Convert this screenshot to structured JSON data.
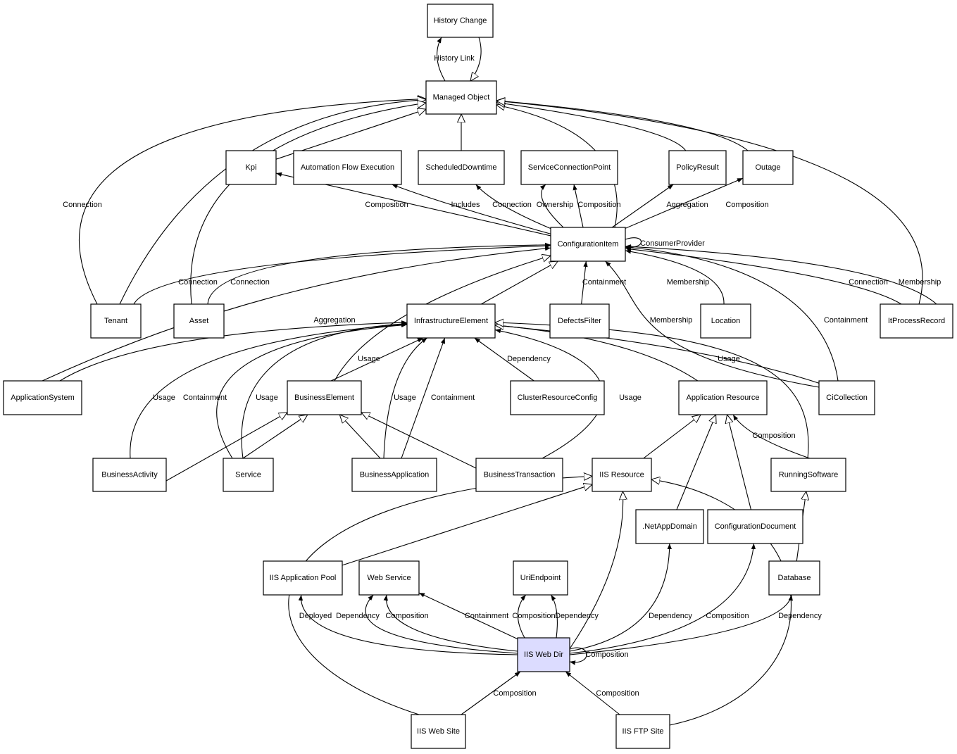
{
  "nodes": [
    {
      "id": "HC",
      "label": "History Change"
    },
    {
      "id": "MO",
      "label": "Managed Object"
    },
    {
      "id": "Kpi",
      "label": "Kpi"
    },
    {
      "id": "AFE",
      "label": "Automation Flow Execution"
    },
    {
      "id": "SD",
      "label": "ScheduledDowntime"
    },
    {
      "id": "SCP",
      "label": "ServiceConnectionPoint"
    },
    {
      "id": "PR",
      "label": "PolicyResult"
    },
    {
      "id": "Out",
      "label": "Outage"
    },
    {
      "id": "CI",
      "label": "ConfigurationItem"
    },
    {
      "id": "Ten",
      "label": "Tenant"
    },
    {
      "id": "Ast",
      "label": "Asset"
    },
    {
      "id": "IE",
      "label": "InfrastructureElement"
    },
    {
      "id": "DF",
      "label": "DefectsFilter"
    },
    {
      "id": "Loc",
      "label": "Location"
    },
    {
      "id": "IPR",
      "label": "ItProcessRecord"
    },
    {
      "id": "AS",
      "label": "ApplicationSystem"
    },
    {
      "id": "BE",
      "label": "BusinessElement"
    },
    {
      "id": "CRC",
      "label": "ClusterResourceConfig"
    },
    {
      "id": "AR",
      "label": "Application Resource"
    },
    {
      "id": "CC",
      "label": "CiCollection"
    },
    {
      "id": "BAct",
      "label": "BusinessActivity"
    },
    {
      "id": "Svc",
      "label": "Service"
    },
    {
      "id": "BApp",
      "label": "BusinessApplication"
    },
    {
      "id": "BT",
      "label": "BusinessTransaction"
    },
    {
      "id": "IISR",
      "label": "IIS Resource"
    },
    {
      "id": "RS",
      "label": "RunningSoftware"
    },
    {
      "id": "NAD",
      "label": ".NetAppDomain"
    },
    {
      "id": "CD",
      "label": "ConfigurationDocument"
    },
    {
      "id": "IAP",
      "label": "IIS Application Pool"
    },
    {
      "id": "WS",
      "label": "Web Service"
    },
    {
      "id": "UE",
      "label": "UriEndpoint"
    },
    {
      "id": "DB",
      "label": "Database"
    },
    {
      "id": "WD",
      "label": "IIS Web Dir",
      "highlighted": true
    },
    {
      "id": "WSite",
      "label": "IIS Web Site"
    },
    {
      "id": "FTP",
      "label": "IIS FTP Site"
    }
  ],
  "highlight_color": "#dcdcff",
  "edges": [
    {
      "from": "MO",
      "to": "HC",
      "label": "History Link",
      "kind": "association"
    },
    {
      "from": "HC",
      "to": "MO",
      "label": "",
      "kind": "inheritance"
    },
    {
      "from": "SD",
      "to": "MO",
      "label": "",
      "kind": "inheritance"
    },
    {
      "from": "Kpi",
      "to": "MO",
      "label": "",
      "kind": "inheritance"
    },
    {
      "from": "Ten",
      "to": "MO",
      "label": "Connection",
      "kind": "inheritance"
    },
    {
      "from": "Ten",
      "to": "MO",
      "label": "",
      "kind": "inheritance"
    },
    {
      "from": "Ast",
      "to": "MO",
      "label": "",
      "kind": "inheritance"
    },
    {
      "from": "CI",
      "to": "MO",
      "label": "",
      "kind": "inheritance"
    },
    {
      "from": "PR",
      "to": "MO",
      "label": "",
      "kind": "inheritance"
    },
    {
      "from": "Out",
      "to": "MO",
      "label": "",
      "kind": "inheritance"
    },
    {
      "from": "IPR",
      "to": "MO",
      "label": "",
      "kind": "inheritance"
    },
    {
      "from": "CI",
      "to": "Kpi",
      "label": "Composition",
      "kind": "association"
    },
    {
      "from": "CI",
      "to": "AFE",
      "label": "Includes",
      "kind": "association"
    },
    {
      "from": "CI",
      "to": "SD",
      "label": "Connection",
      "kind": "association"
    },
    {
      "from": "CI",
      "to": "SCP",
      "label": "Ownership",
      "kind": "association"
    },
    {
      "from": "CI",
      "to": "SCP",
      "label": "Composition",
      "kind": "association"
    },
    {
      "from": "CI",
      "to": "PR",
      "label": "Aggregation",
      "kind": "association"
    },
    {
      "from": "CI",
      "to": "Out",
      "label": "Composition",
      "kind": "association"
    },
    {
      "from": "CI",
      "to": "CI",
      "label": "ConsumerProvider",
      "kind": "association"
    },
    {
      "from": "Ten",
      "to": "CI",
      "label": "Connection",
      "kind": "association"
    },
    {
      "from": "Ast",
      "to": "CI",
      "label": "Connection",
      "kind": "association"
    },
    {
      "from": "DF",
      "to": "CI",
      "label": "Containment",
      "kind": "association"
    },
    {
      "from": "Loc",
      "to": "CI",
      "label": "Membership",
      "kind": "association"
    },
    {
      "from": "IPR",
      "to": "CI",
      "label": "Connection",
      "kind": "association"
    },
    {
      "from": "IPR",
      "to": "CI",
      "label": "Membership",
      "kind": "association"
    },
    {
      "from": "AS",
      "to": "CI",
      "label": "Aggregation",
      "kind": "association"
    },
    {
      "from": "CC",
      "to": "CI",
      "label": "Membership",
      "kind": "association"
    },
    {
      "from": "CC",
      "to": "CI",
      "label": "Containment",
      "kind": "association"
    },
    {
      "from": "IE",
      "to": "CI",
      "label": "",
      "kind": "inheritance"
    },
    {
      "from": "BE",
      "to": "CI",
      "label": "",
      "kind": "inheritance"
    },
    {
      "from": "AS",
      "to": "IE",
      "label": "",
      "kind": "association"
    },
    {
      "from": "BAct",
      "to": "IE",
      "label": "Usage",
      "kind": "association"
    },
    {
      "from": "Svc",
      "to": "IE",
      "label": "Containment",
      "kind": "association"
    },
    {
      "from": "Svc",
      "to": "IE",
      "label": "Usage",
      "kind": "association"
    },
    {
      "from": "BE",
      "to": "IE",
      "label": "Usage",
      "kind": "association"
    },
    {
      "from": "BApp",
      "to": "IE",
      "label": "Usage",
      "kind": "association"
    },
    {
      "from": "BApp",
      "to": "IE",
      "label": "Containment",
      "kind": "association"
    },
    {
      "from": "CRC",
      "to": "IE",
      "label": "Dependency",
      "kind": "association"
    },
    {
      "from": "BT",
      "to": "IE",
      "label": "Usage",
      "kind": "association"
    },
    {
      "from": "CC",
      "to": "IE",
      "label": "Usage",
      "kind": "association"
    },
    {
      "from": "AR",
      "to": "IE",
      "label": "",
      "kind": "inheritance"
    },
    {
      "from": "RS",
      "to": "IE",
      "label": "",
      "kind": "inheritance"
    },
    {
      "from": "BAct",
      "to": "BE",
      "label": "",
      "kind": "inheritance"
    },
    {
      "from": "Svc",
      "to": "BE",
      "label": "",
      "kind": "inheritance"
    },
    {
      "from": "BApp",
      "to": "BE",
      "label": "",
      "kind": "inheritance"
    },
    {
      "from": "BT",
      "to": "BE",
      "label": "",
      "kind": "inheritance"
    },
    {
      "from": "IISR",
      "to": "AR",
      "label": "",
      "kind": "inheritance"
    },
    {
      "from": "NAD",
      "to": "AR",
      "label": "",
      "kind": "inheritance"
    },
    {
      "from": "CD",
      "to": "AR",
      "label": "",
      "kind": "inheritance"
    },
    {
      "from": "RS",
      "to": "AR",
      "label": "Composition",
      "kind": "association"
    },
    {
      "from": "DB",
      "to": "RS",
      "label": "",
      "kind": "inheritance"
    },
    {
      "from": "IAP",
      "to": "IISR",
      "label": "",
      "kind": "inheritance"
    },
    {
      "from": "WD",
      "to": "IISR",
      "label": "",
      "kind": "inheritance"
    },
    {
      "from": "WSite",
      "to": "IISR",
      "label": "",
      "kind": "inheritance"
    },
    {
      "from": "FTP",
      "to": "IISR",
      "label": "",
      "kind": "inheritance"
    },
    {
      "from": "WD",
      "to": "IAP",
      "label": "Deployed",
      "kind": "association"
    },
    {
      "from": "WD",
      "to": "WS",
      "label": "Dependency",
      "kind": "association"
    },
    {
      "from": "WD",
      "to": "WS",
      "label": "Composition",
      "kind": "association"
    },
    {
      "from": "WD",
      "to": "WS",
      "label": "Containment",
      "kind": "association"
    },
    {
      "from": "WD",
      "to": "UE",
      "label": "Composition",
      "kind": "association"
    },
    {
      "from": "WD",
      "to": "UE",
      "label": "Dependency",
      "kind": "association"
    },
    {
      "from": "WD",
      "to": "NAD",
      "label": "Dependency",
      "kind": "association"
    },
    {
      "from": "WD",
      "to": "CD",
      "label": "Composition",
      "kind": "association"
    },
    {
      "from": "WD",
      "to": "DB",
      "label": "Dependency",
      "kind": "association"
    },
    {
      "from": "WD",
      "to": "WD",
      "label": "Composition",
      "kind": "association"
    },
    {
      "from": "WSite",
      "to": "WD",
      "label": "Composition",
      "kind": "association"
    },
    {
      "from": "FTP",
      "to": "WD",
      "label": "Composition",
      "kind": "association"
    }
  ]
}
